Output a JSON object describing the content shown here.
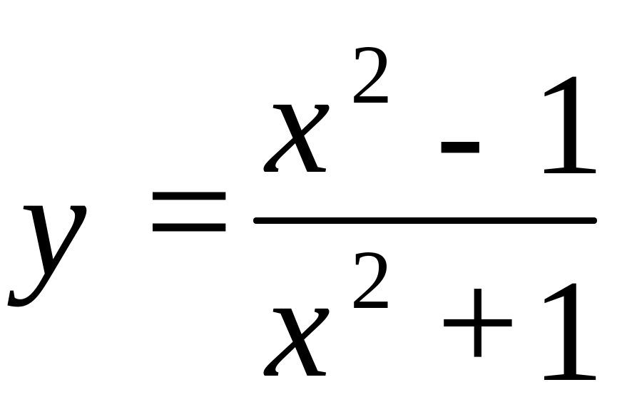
{
  "formula": {
    "lhs": "y",
    "equals": "=",
    "numerator": {
      "variable": "x",
      "exponent": "2",
      "operator": "-",
      "constant": "1"
    },
    "denominator": {
      "variable": "x",
      "exponent": "2",
      "operator": "+",
      "constant": "1"
    }
  }
}
